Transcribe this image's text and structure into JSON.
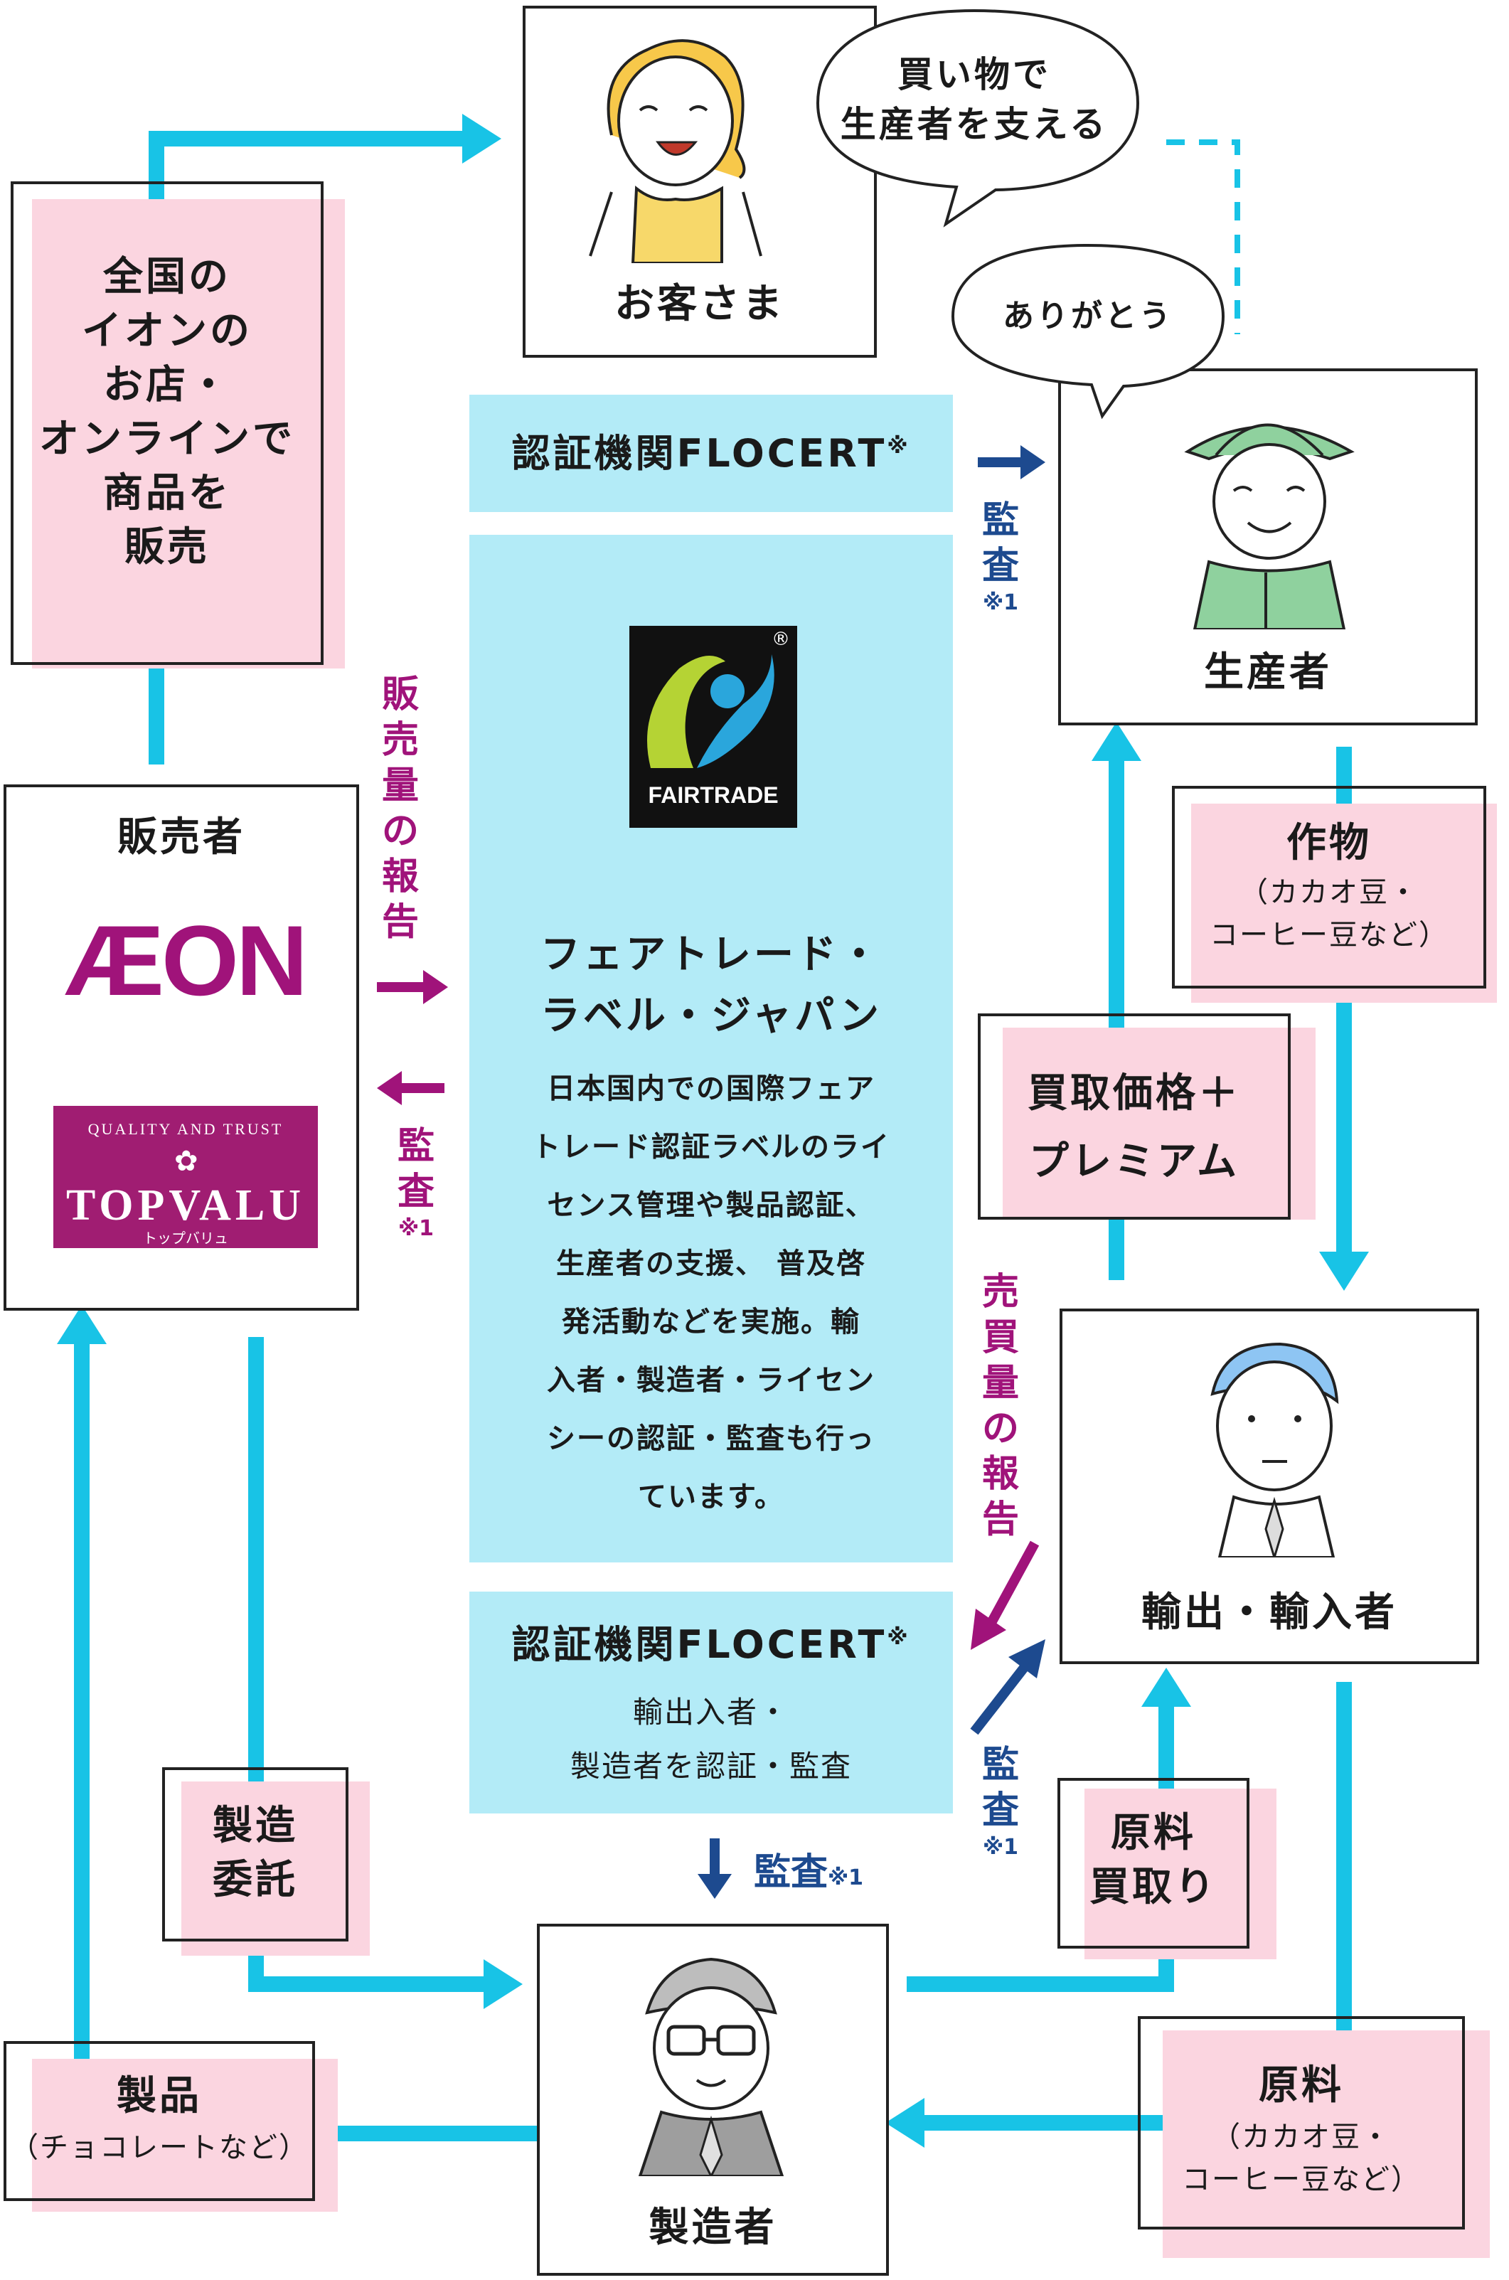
{
  "customer": {
    "label": "お客さま",
    "speech": [
      "買い物で",
      "生産者を支える"
    ]
  },
  "producer": {
    "label": "生産者",
    "speech": "ありがとう"
  },
  "retail_channel": {
    "lines": [
      "全国の",
      "イオンの",
      "お店・",
      "オンラインで",
      "商品を",
      "販売"
    ]
  },
  "seller": {
    "label": "販売者",
    "logo_aeon": "ÆON",
    "logo_topvalu": "TOPVALU",
    "topvalu_arc": "QUALITY AND TRUST",
    "topvalu_kana": "トップバリュ"
  },
  "flocert_top": {
    "title": "認証機関FLOCERT",
    "mark": "※"
  },
  "flocert_bottom": {
    "title": "認証機関FLOCERT",
    "mark": "※",
    "lines": [
      "輸出入者・",
      "製造者を認証・監査"
    ]
  },
  "fairtrade_japan": {
    "logo_text": "FAIRTRADE",
    "logo_reg": "®",
    "title": [
      "フェアトレード・",
      "ラベル・ジャパン"
    ],
    "body": [
      "日本国内での国際フェア",
      "トレード認証ラベルのライ",
      "センス管理や製品認証、",
      "生産者の支援、 普及啓",
      "発活動などを実施。輸",
      "入者・製造者・ライセン",
      "シーの認証・監査も行っ",
      "ています。"
    ]
  },
  "labels": {
    "audit": "監査",
    "audit_note": "※1",
    "sales_report": "販売量の報告",
    "trade_report": "売買量の報告"
  },
  "crops": {
    "title": "作物",
    "sub": [
      "（カカオ豆・",
      "コーヒー豆など）"
    ]
  },
  "purchase_price": {
    "lines": [
      "買取価格＋",
      "プレミアム"
    ]
  },
  "exporter": {
    "label": "輸出・輸入者"
  },
  "raw_purchase": {
    "lines": [
      "原料",
      "買取り"
    ]
  },
  "raw_material": {
    "title": "原料",
    "sub": [
      "（カカオ豆・",
      "コーヒー豆など）"
    ]
  },
  "manufacturer": {
    "label": "製造者"
  },
  "manufacture_outsource": {
    "lines": [
      "製造",
      "委託"
    ]
  },
  "product": {
    "title": "製品",
    "sub": "（チョコレートなど）"
  },
  "colors": {
    "cyan": "#18c3e6",
    "pink": "#fbd5e0",
    "panel": "#b3ebf7",
    "magenta": "#a0137a",
    "navy": "#1d4a8f"
  }
}
